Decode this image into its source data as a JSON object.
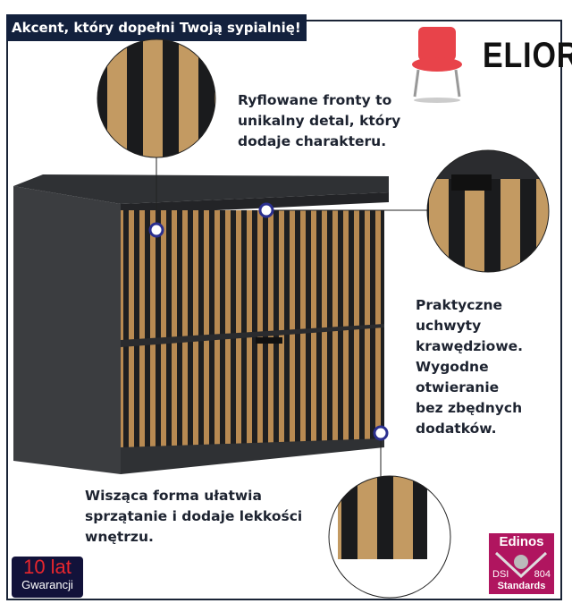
{
  "header": {
    "title": "Akcent, który dopełni Twoją sypialnię!",
    "brand": "ELIOR"
  },
  "callouts": {
    "fronts": [
      "Ryflowane fronty to",
      "unikalny detal, który",
      "dodaje charakteru."
    ],
    "handles": [
      "Praktyczne",
      "uchwyty",
      "krawędziowe.",
      "Wygodne",
      "otwieranie",
      "bez zbędnych",
      "dodatków."
    ],
    "hanging": [
      "Wisząca forma ułatwia",
      "sprzątanie i dodaje lekkości",
      "wnętrzu."
    ]
  },
  "warranty": {
    "line1": "10 lat",
    "line2": "Gwarancji"
  },
  "certificate": {
    "name": "Edinos",
    "left": "DSI",
    "right": "804",
    "bottom": "Standards"
  },
  "colors": {
    "header_bg": "#13213d",
    "accent_dot": "#2a2f8f",
    "oak": "#b88a52",
    "body": "#3b3d40"
  }
}
